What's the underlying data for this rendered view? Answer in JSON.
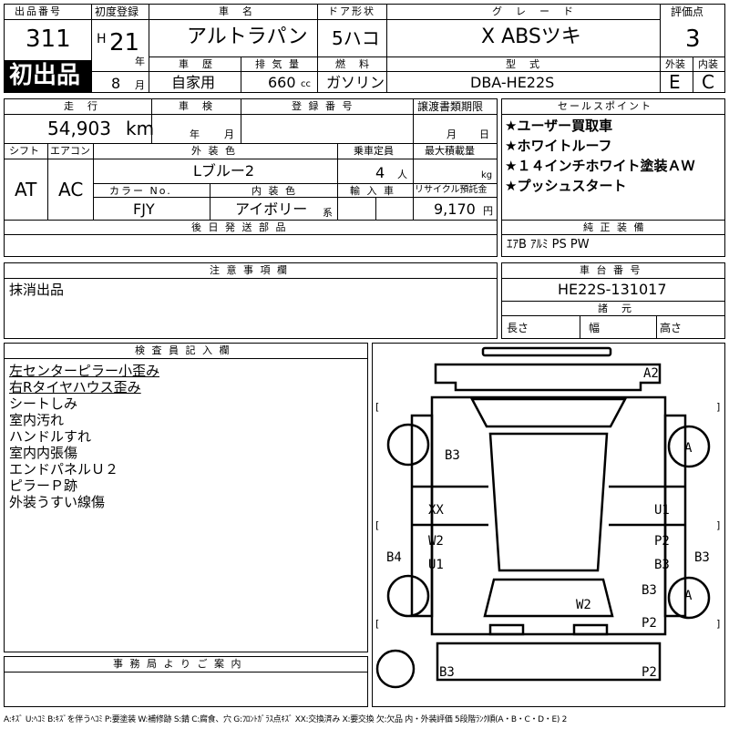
{
  "header": {
    "lot_label": "出品番号",
    "lot_value": "311",
    "first_listing": "初出品",
    "reg_label": "初度登録",
    "reg_era": "H",
    "reg_year": "21",
    "year_unit": "年",
    "reg_month": "8",
    "month_unit": "月",
    "name_label": "車　名",
    "name_value": "アルトラパン",
    "door_label": "ドア形状",
    "door_value": "5ハコ",
    "grade_label": "グ　レ　ー　ド",
    "grade_value": "X  ABSツキ",
    "score_label": "評価点",
    "score_value": "3",
    "history_label": "車　歴",
    "history_value": "自家用",
    "disp_label": "排 気 量",
    "disp_value": "660",
    "disp_unit": "cc",
    "fuel_label": "燃　料",
    "fuel_value": "ガソリン",
    "model_label": "型　式",
    "model_value": "DBA-HE22S",
    "ext_label": "外装",
    "ext_value": "E",
    "int_label": "内装",
    "int_value": "C"
  },
  "row2": {
    "mileage_label": "走　行",
    "mileage_value": "54,903",
    "mileage_unit": "km",
    "inspect_label": "車　検",
    "inspect_year": "年",
    "inspect_month": "月",
    "regno_label": "登 録 番 号",
    "transfer_label": "譲渡書類期限",
    "transfer_month": "月",
    "transfer_day": "日",
    "shift_label": "シフト",
    "shift_value": "AT",
    "ac_label": "エアコン",
    "ac_value": "AC",
    "color_label": "外 装 色",
    "color_value": "Lブルー2",
    "capacity_label": "乗車定員",
    "capacity_value": "4",
    "capacity_unit": "人",
    "load_label": "最大積載量",
    "load_unit": "kg",
    "colorno_label": "カラー No.",
    "colorno_value": "FJY",
    "intcolor_label": "内 装 色",
    "intcolor_value": "アイボリー",
    "intcolor_suffix": "系",
    "import_label": "輸 入 車",
    "recycle_label": "リサイクル預託金",
    "recycle_value": "9,170",
    "recycle_unit": "円",
    "later_label": "後 日 発 送 部 品"
  },
  "sales": {
    "label": "セールスポイント",
    "items": [
      "★ユーザー買取車",
      "★ホワイトルーフ",
      "★１４インチホワイト塗装ＡＷ",
      "★プッシュスタート"
    ]
  },
  "equip": {
    "label": "純 正 装 備",
    "value": "ｴｱB ｱﾙﾐ PS PW"
  },
  "notes": {
    "label": "注 意 事 項 欄",
    "value": "抹消出品"
  },
  "chassis": {
    "label": "車 台 番 号",
    "value": "HE22S-131017",
    "spec_label": "諸　元",
    "length": "長さ",
    "width": "幅",
    "height": "高さ"
  },
  "inspector": {
    "label": "検 査 員 記 入 欄",
    "lines": [
      {
        "text": "左センターピラー小歪み",
        "underline": true
      },
      {
        "text": "右Rタイヤハウス歪み",
        "underline": true
      },
      {
        "text": "シートしみ",
        "underline": false
      },
      {
        "text": "室内汚れ",
        "underline": false
      },
      {
        "text": "ハンドルすれ",
        "underline": false
      },
      {
        "text": "室内内張傷",
        "underline": false
      },
      {
        "text": "エンドパネルＵ２",
        "underline": false
      },
      {
        "text": "ピラーＰ跡",
        "underline": false
      },
      {
        "text": "外装うすい線傷",
        "underline": false
      }
    ]
  },
  "office": {
    "label": "事 務 局 よ り ご 案 内"
  },
  "diagram_codes": {
    "front": "A2",
    "front_left_panel": "B3",
    "front_left_tire": "A",
    "left_front_door": "XX",
    "right_front_door": "U1",
    "left_rear_door_1": "W2",
    "left_rear_door_2": "U1",
    "right_rear_door_1": "P2",
    "right_rear_door_2": "B3",
    "left_side": "B4",
    "right_side": "B3",
    "roof": "W2",
    "rear_right_panel_1": "B3",
    "rear_right_tire": "A",
    "rear_right_panel_2": "P2",
    "rear_left": "B3",
    "rear_right": "P2"
  },
  "legend": "A:ｷｽﾞ U:ﾍｺﾐ B:ｷｽﾞを伴うﾍｺﾐ P:要塗装 W:補修跡 S:錆 C:腐食、穴 G:ﾌﾛﾝﾄｶﾞﾗｽ点ｷｽﾞ XX:交換済み X:要交換 欠:欠品 内・外装評価 5段階ﾗﾝｸ順(A・B・C・D・E) 2"
}
